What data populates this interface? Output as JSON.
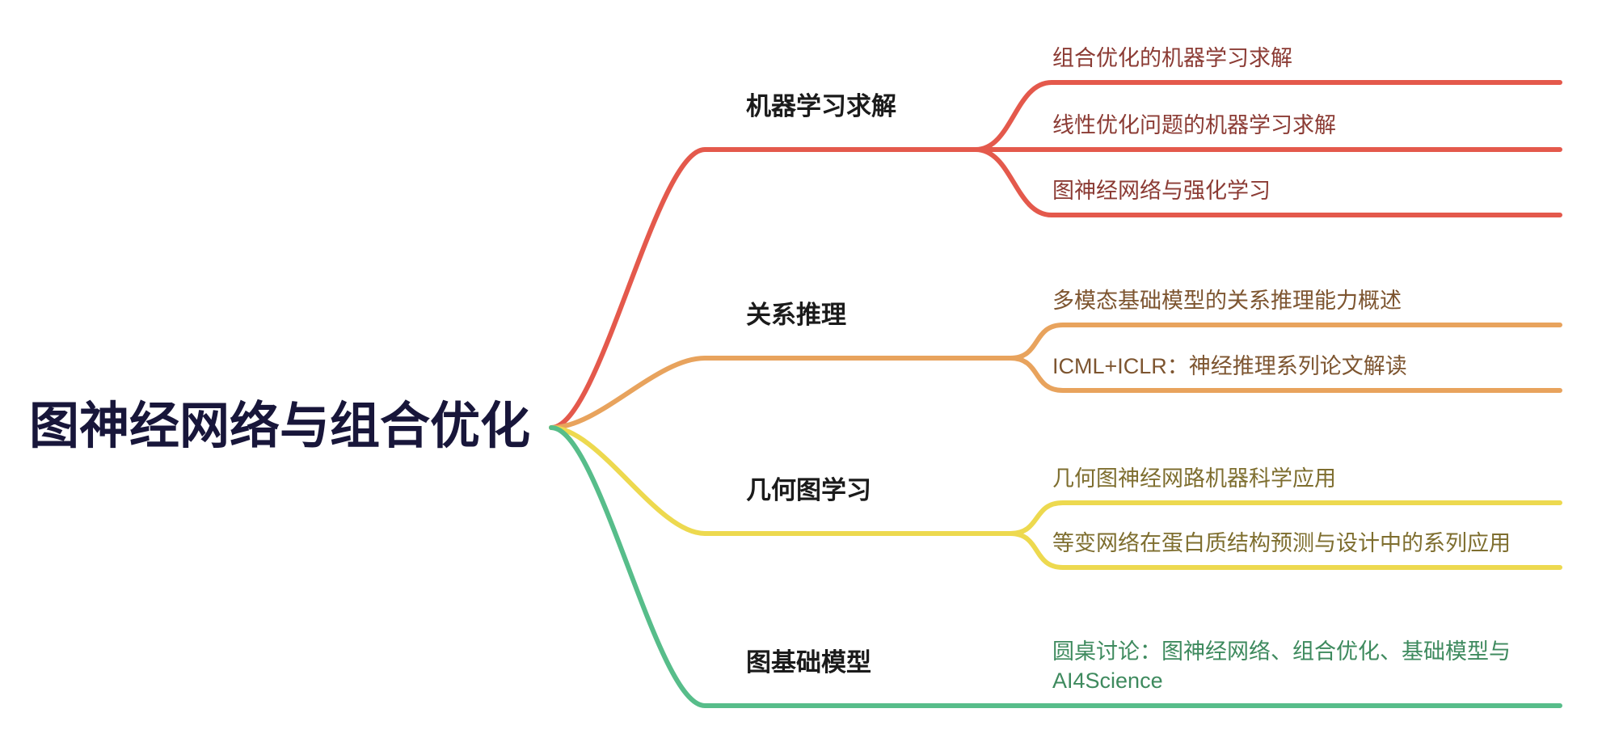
{
  "root": {
    "label": "图神经网络与组合优化",
    "color": "#18163A"
  },
  "branches": [
    {
      "label": "机器学习求解",
      "color": "#E4594C",
      "text_color": "#8B3B34",
      "children": [
        "组合优化的机器学习求解",
        "线性优化问题的机器学习求解",
        "图神经网络与强化学习"
      ]
    },
    {
      "label": "关系推理",
      "color": "#E8A35D",
      "text_color": "#7D5530",
      "children": [
        "多模态基础模型的关系推理能力概述",
        "ICML+ICLR：神经推理系列论文解读"
      ]
    },
    {
      "label": "几何图学习",
      "color": "#EDD94F",
      "text_color": "#7E6E2F",
      "children": [
        "几何图神经网路机器科学应用",
        "等变网络在蛋白质结构预测与设计中的系列应用"
      ]
    },
    {
      "label": "图基础模型",
      "color": "#57BD8A",
      "text_color": "#3E8A5E",
      "children": [
        "圆桌讨论：图神经网络、组合优化、基础模型与AI4Science"
      ]
    }
  ],
  "label_text_color": "#1B1B1B"
}
